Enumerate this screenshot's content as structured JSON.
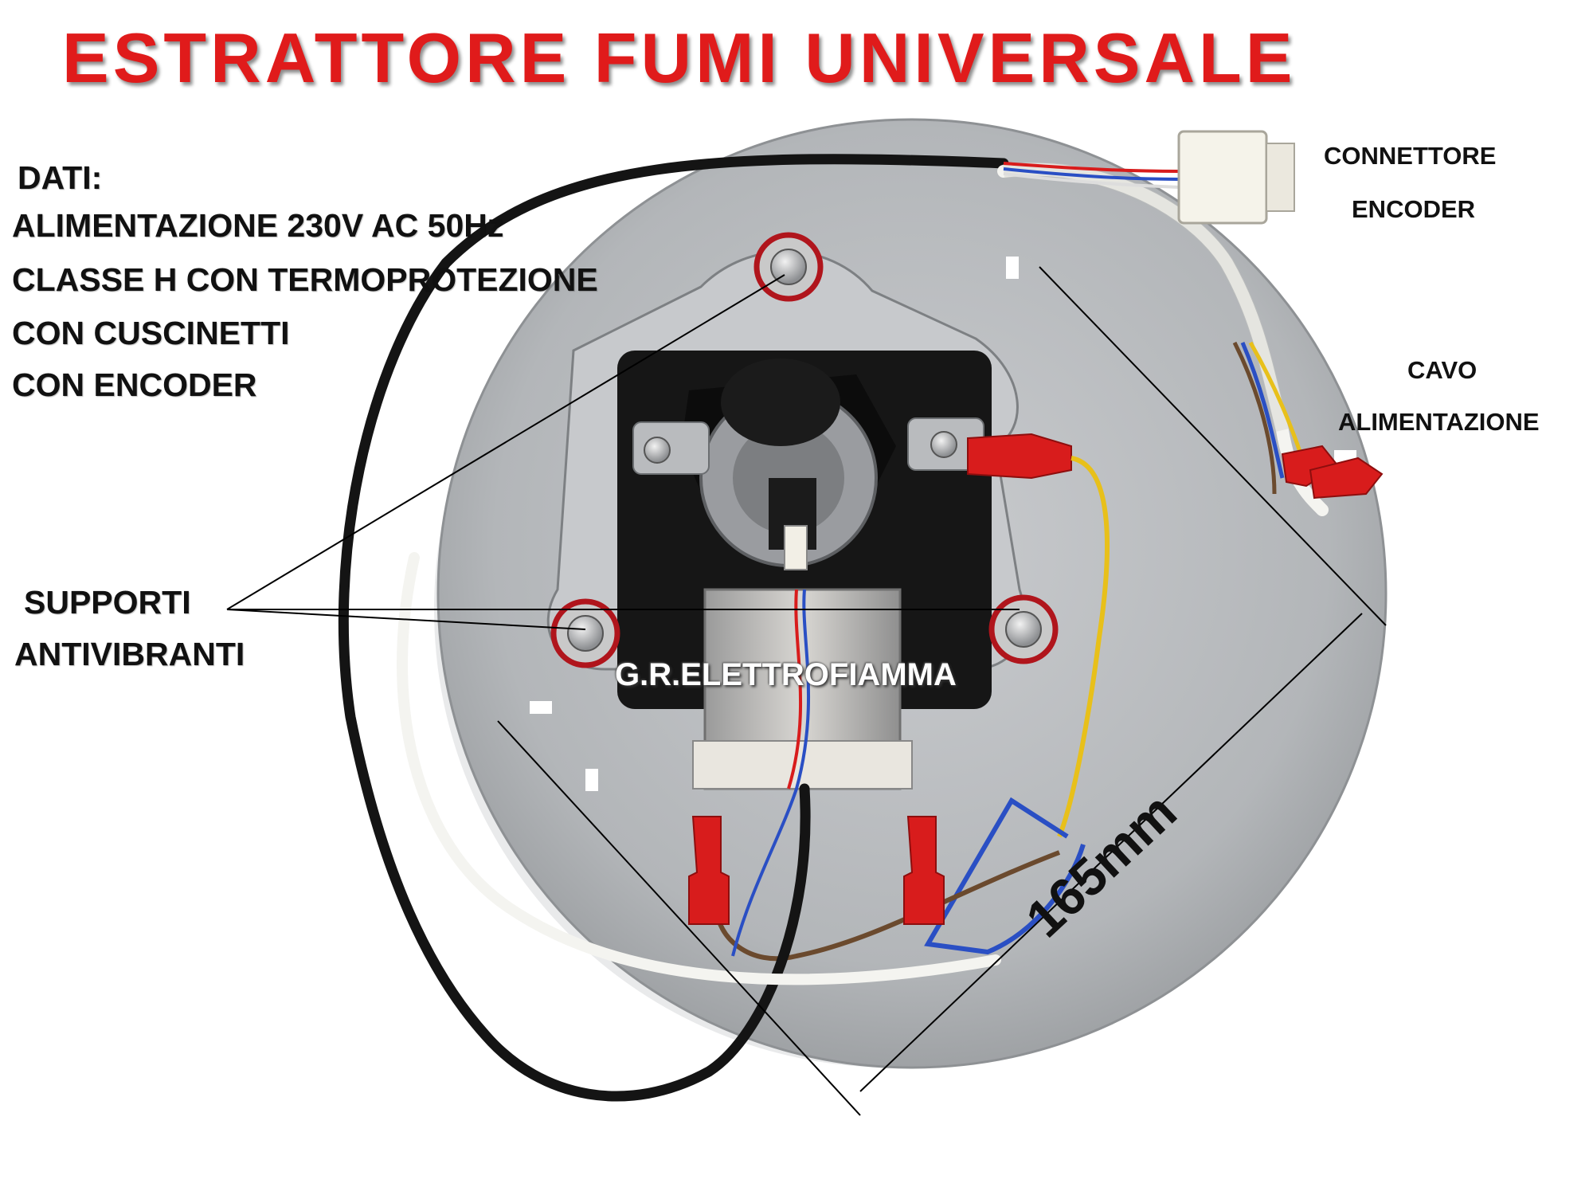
{
  "title": "ESTRATTORE FUMI UNIVERSALE",
  "specs": {
    "heading": "DATI:",
    "lines": [
      "ALIMENTAZIONE 230V AC 50Hz",
      "CLASSE H CON TERMOPROTEZIONE",
      "CON CUSCINETTI",
      "CON ENCODER"
    ]
  },
  "callouts": {
    "encoder_connector": [
      "CONNETTORE",
      "ENCODER"
    ],
    "power_cable": [
      "CAVO",
      "ALIMENTAZIONE"
    ],
    "mounts": [
      "SUPPORTI",
      "ANTIVIBRANTI"
    ]
  },
  "dimension": "165mm",
  "watermark": "G.R.ELETTROFIAMMA",
  "colors": {
    "title": "#e01b1b",
    "plate": "#b9bbbe",
    "motor_body": "#151515",
    "terminal_red": "#d81c1c",
    "wire_yellow": "#e8c01a",
    "wire_blue": "#2a4fc4",
    "wire_brown": "#6b4a2e"
  }
}
